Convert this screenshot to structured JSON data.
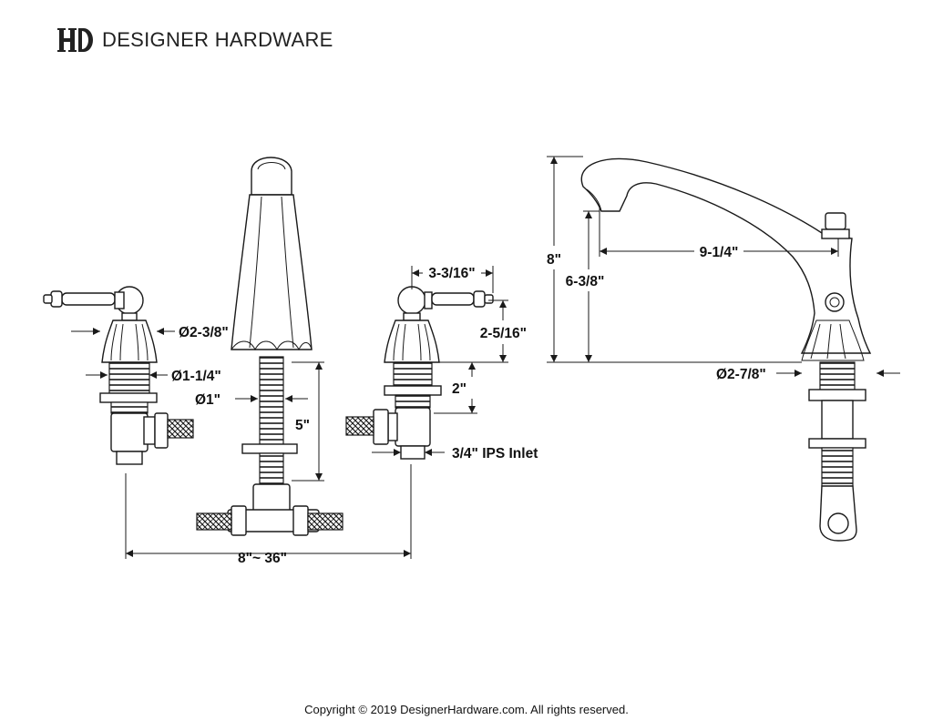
{
  "brand": {
    "name": "DESIGNER HARDWARE",
    "logo_icon": "dh-monogram-icon"
  },
  "dimensions": {
    "handle_base_diameter": "Ø2-3/8\"",
    "shank_diameter": "Ø1-1/4\"",
    "spout_shank_diameter": "Ø1\"",
    "spout_rise": "5\"",
    "widespread_span": "8\"~ 36\"",
    "handle_reach": "3-3/16\"",
    "handle_height": "2-5/16\"",
    "handle_shank_length": "2\"",
    "inlet": "3/4\" IPS Inlet",
    "spout_reach": "9-1/4\"",
    "overall_height": "8\"",
    "spout_clearance": "6-3/8\"",
    "spout_base_diameter": "Ø2-7/8\""
  },
  "footer": {
    "copyright": "Copyright © 2019 DesignerHardware.com. All rights reserved."
  },
  "colors": {
    "line": "#1a1a1a",
    "background": "#ffffff"
  }
}
